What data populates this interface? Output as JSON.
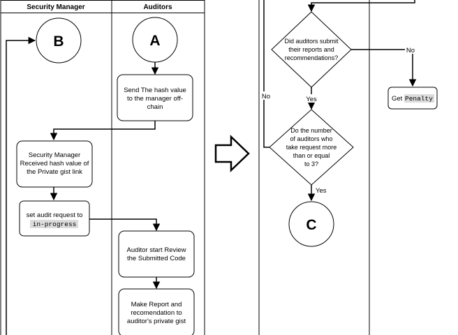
{
  "lanes": {
    "security_manager": "Security Manager",
    "auditors": "Auditors"
  },
  "connectors": {
    "a": "A",
    "b": "B",
    "c": "C"
  },
  "steps": {
    "send_hash": [
      "Send The hash value",
      "to the manager off-",
      "chain"
    ],
    "received_hash": [
      "Security Manager",
      "Received hash value of",
      "the Private gist link"
    ],
    "set_audit_prefix": "set audit request to",
    "set_audit_code": "in-progress",
    "start_review": [
      "Auditor start Review",
      "the Submitted Code"
    ],
    "make_report": [
      "Make Report and",
      "recomendation to",
      "auditor's private gist"
    ],
    "get_penalty_prefix": "Get",
    "get_penalty_code": "Penalty"
  },
  "decisions": {
    "submitted": [
      "Did auditors submit",
      "their reports and",
      "recommendations?"
    ],
    "count": [
      "Do the number",
      "of auditors who",
      "take request more",
      "than or equal",
      "to 3?"
    ]
  },
  "edge_labels": {
    "no_left": "No",
    "yes_1": "Yes",
    "no_right": "No",
    "yes_2": "Yes"
  }
}
